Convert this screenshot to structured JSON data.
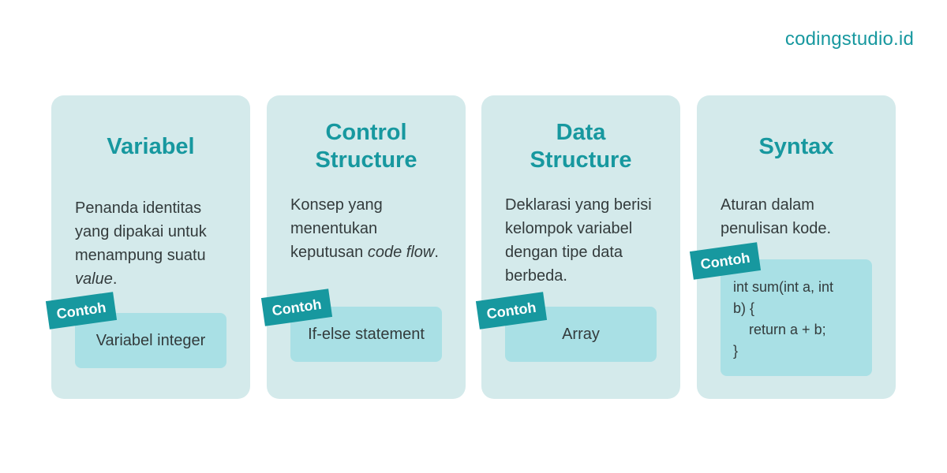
{
  "brand": "codingstudio.id",
  "tag_label": "Contoh",
  "cards": [
    {
      "title_line1": "Variabel",
      "desc_before": "Penanda identitas yang dipakai untuk menampung suatu ",
      "desc_em": "value",
      "desc_after": ".",
      "example": "Variabel integer"
    },
    {
      "title_line1": "Control",
      "title_line2": "Structure",
      "desc_before": "Konsep yang menentukan keputusan ",
      "desc_em": "code flow",
      "desc_after": ".",
      "example": "If-else statement"
    },
    {
      "title_line1": "Data",
      "title_line2": "Structure",
      "desc_before": "Deklarasi yang berisi kelompok variabel dengan tipe data berbeda.",
      "example": "Array"
    },
    {
      "title_line1": "Syntax",
      "desc_before": "Aturan dalam penulisan kode.",
      "example": "int sum(int a, int\nb) {\n    return a + b;\n}"
    }
  ],
  "colors": {
    "accent": "#17989f",
    "card_bg": "#d4eaeb",
    "example_bg": "#a9e0e5",
    "text": "#333b3c"
  }
}
